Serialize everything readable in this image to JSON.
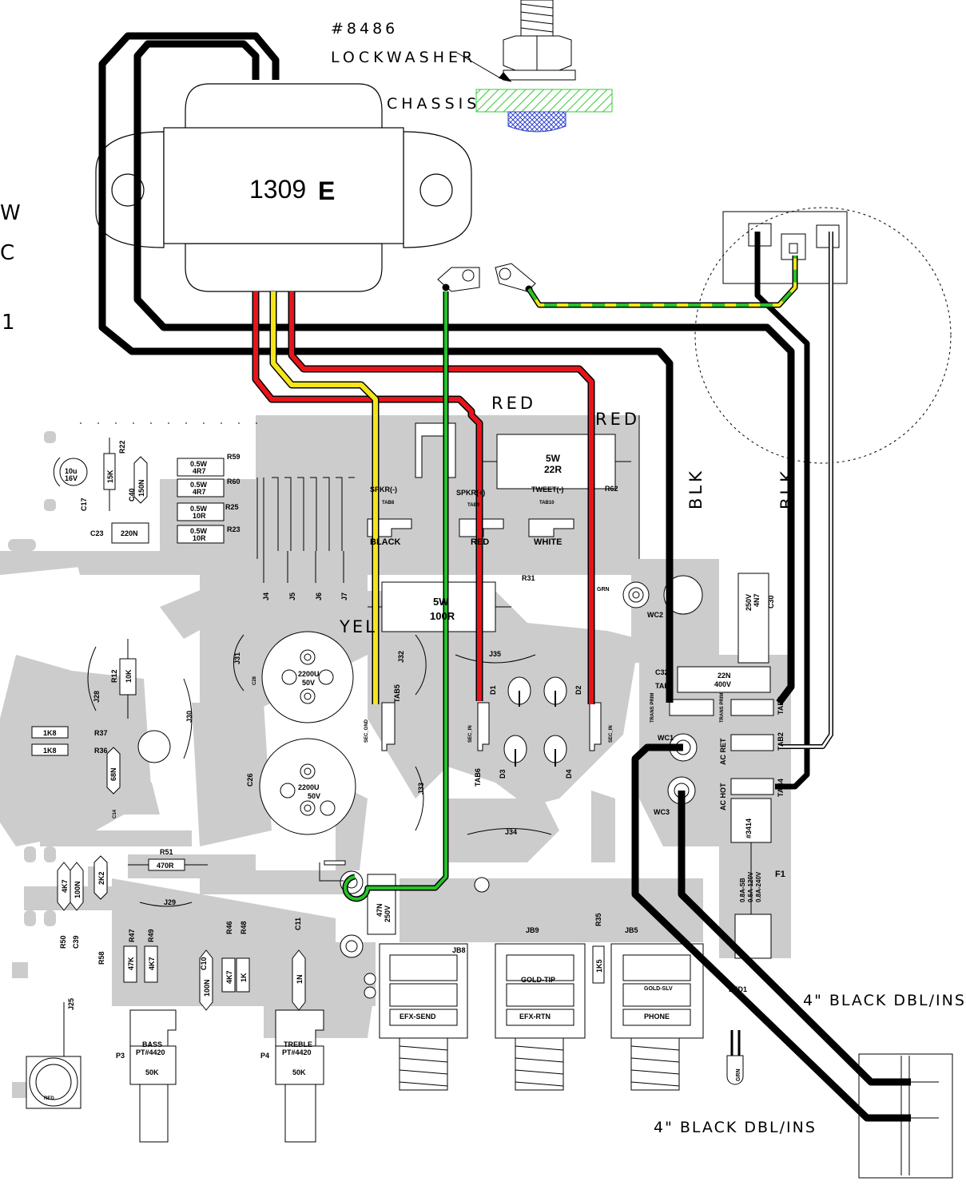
{
  "hardware": {
    "part_number": "#8486",
    "lockwasher": "LOCKWASHER",
    "chassis": "CHASSIS"
  },
  "transformer": {
    "model": "1309",
    "suffix": "E"
  },
  "edge_fragments": [
    "W",
    "C",
    "1"
  ],
  "wire_labels": {
    "red_1": "RED",
    "red_2": "RED",
    "blk_1": "BLK",
    "blk_2": "BLK",
    "yel": "YEL",
    "cable_1": "4\"  BLACK DBL/INS",
    "cable_2": "4\"  BLACK DBL/INS"
  },
  "components": {
    "c17_val1": "10u",
    "c17_val2": "16V",
    "c17": "C17",
    "r22": "R22",
    "r22_val": "15K",
    "c40": "C40",
    "c40_val": "150N",
    "r59": "R59",
    "r59_a": "0.5W",
    "r59_b": "4R7",
    "r60": "R60",
    "r60_a": "0.5W",
    "r60_b": "4R7",
    "r25": "R25",
    "r25_a": "0.5W",
    "r25_b": "10R",
    "r23": "R23",
    "r23_a": "0.5W",
    "r23_b": "10R",
    "c23": "C23",
    "c23_val": "220N",
    "r62_a": "5W",
    "r62_b": "22R",
    "r62": "R62",
    "spkr_neg": "SPKR(-)",
    "spkr_pos": "SPKR(+)",
    "tweet_neg": "TWEET(-)",
    "tab8": "TAB8",
    "tab9": "TAB9",
    "tab10": "TAB10",
    "black": "BLACK",
    "red_pad": "RED",
    "white": "WHITE",
    "j4": "J4",
    "j5": "J5",
    "j6": "J6",
    "j7": "J7",
    "r31": "R31",
    "r31_a": "5W",
    "r31_b": "100R",
    "grn": "GRN",
    "wc2": "WC2",
    "c30": "C30",
    "c30_a": "250V",
    "c30_b": "4N7",
    "c32": "C32",
    "c32_a": "22N",
    "c32_b": "400V",
    "tab_c32": "TAB",
    "j31": "J31",
    "j32": "J32",
    "j35": "J35",
    "c28": "C28",
    "c28_a": "2200U",
    "c28_b": "50V",
    "c26": "C26",
    "c26_a": "2200U",
    "c26_b": "50V",
    "tab5": "TAB5",
    "tab6": "TAB6",
    "sec_gnd": "SEC_GND",
    "sec_in1": "SEC_IN",
    "sec_in2": "SEC_IN",
    "d1": "D1",
    "d2": "D2",
    "d3": "D3",
    "d4": "D4",
    "trans_prim1": "TRANS PRIM",
    "trans_prim2": "TRANS PRIM",
    "tab3": "TAB3",
    "tab2": "TAB2",
    "tab4": "TAB4",
    "wc1": "WC1",
    "wc3": "WC3",
    "ac_ret": "AC RET",
    "ac_hot": "AC HOT",
    "p3414": "#3414",
    "f1": "F1",
    "fuse_a": "0.8A-SB",
    "fuse_b": "0.5A-120V",
    "fuse_c": "0.8A-240V",
    "r12": "R12",
    "r12_val": "10K",
    "j28": "J28",
    "j30": "J30",
    "r37": "R37",
    "r37_val": "1K8",
    "r36": "R36",
    "r36_val": "1K8",
    "c14": "C14",
    "c14_val": "68N",
    "j33": "J33",
    "j34": "J34",
    "r51": "R51",
    "r51_val": "470R",
    "j29": "J29",
    "c47_a": "47N",
    "c47_b": "250V",
    "r50": "R50",
    "c39": "C39",
    "r50_val": "4K7",
    "c39_val": "100N",
    "r58": "R58",
    "r58_val": "2K2",
    "r47": "R47",
    "r47_val": "47K",
    "r49": "R49",
    "r49_val": "4K7",
    "r46": "R46",
    "r46_val": "4K7",
    "r48": "R48",
    "r48_val": "1K",
    "c10": "C10",
    "c10_val": "100N",
    "c11": "C11",
    "c11_val": "1N",
    "j25": "J25",
    "p3": "P3",
    "bass": "BASS",
    "bass_pt": "PT#4420",
    "bass_val": "50K",
    "p4": "P4",
    "treble": "TREBLE",
    "treble_pt": "PT#4420",
    "treble_val": "50K",
    "jb8": "JB8",
    "jb9": "JB9",
    "jb5": "JB5",
    "r35": "R35",
    "r35_val": "1K5",
    "efx_send": "EFX-SEND",
    "efx_rtn": "EFX-RTN",
    "phone": "PHONE",
    "gold_tip": "GOLD-TIP",
    "gold_slv": "GOLD-SLV",
    "led1": "LED1",
    "led_grn": "GRN",
    "red_pot": "RED"
  },
  "colors": {
    "trace": "#cccccc",
    "wire_black": "#000000",
    "wire_red": "#e8141b",
    "wire_yellow": "#f5e61a",
    "wire_green": "#27c22a",
    "chassis_hatch": "#33cc33",
    "washer_hatch": "#3344cc"
  }
}
